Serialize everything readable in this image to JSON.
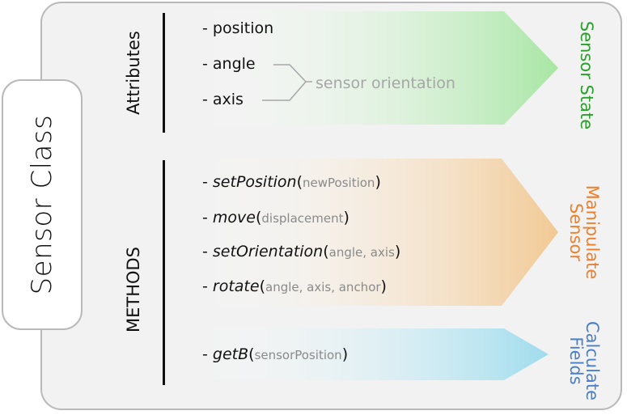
{
  "class_name": "Sensor Class",
  "sections": {
    "attributes": {
      "label": "Attributes",
      "items": [
        "- position",
        "- angle",
        "- axis"
      ],
      "annotation": "sensor orientation",
      "outcome": "Sensor State",
      "outcome_color": "#2ca02c"
    },
    "methods": {
      "label": "METHODS",
      "manipulate": {
        "items": [
          {
            "prefix": "- ",
            "name": "setPosition",
            "open": "(",
            "args": "newPosition",
            "close": ")"
          },
          {
            "prefix": "- ",
            "name": "move",
            "open": "(",
            "args": "displacement",
            "close": ")"
          },
          {
            "prefix": "- ",
            "name": "setOrientation",
            "open": "(",
            "args": "angle, axis",
            "close": ")"
          },
          {
            "prefix": "- ",
            "name": "rotate",
            "open": "(",
            "args": "angle, axis, anchor",
            "close": ")"
          }
        ],
        "outcome_line1": "Manipulate",
        "outcome_line2": "Sensor",
        "outcome_color": "#f07f2a"
      },
      "calculate": {
        "items": [
          {
            "prefix": "- ",
            "name": "getB",
            "open": "(",
            "args": "sensorPosition",
            "close": ")"
          }
        ],
        "outcome_line1": "Calculate",
        "outcome_line2": "Fields",
        "outcome_color": "#4a7fc9"
      }
    }
  },
  "colors": {
    "attributes_arrow": "#a8e6a4",
    "manipulate_arrow": "#f1c994",
    "calculate_arrow": "#9fdced"
  }
}
